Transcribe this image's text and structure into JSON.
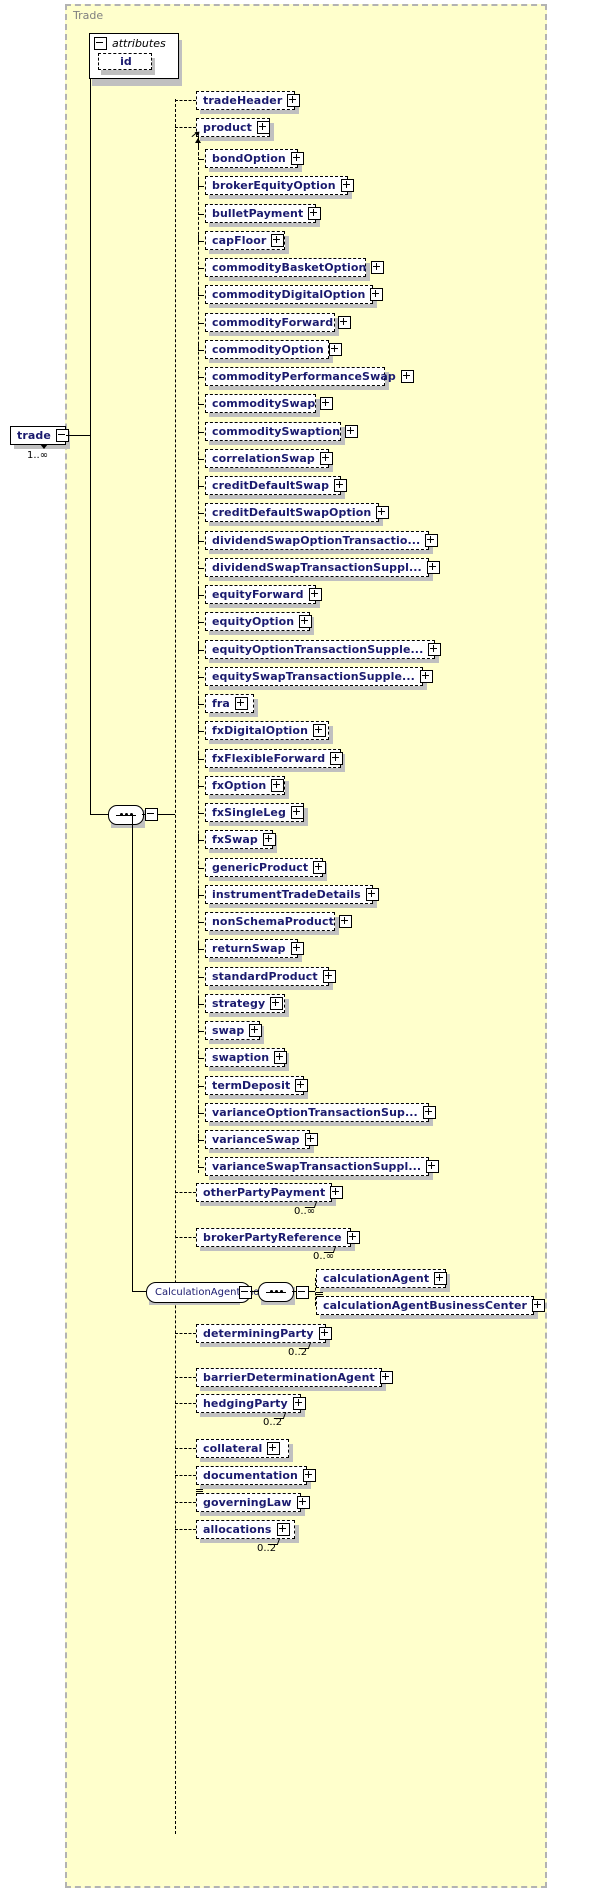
{
  "diagram": {
    "title": "Trade",
    "root": {
      "label": "trade",
      "cardinality": "1..∞",
      "expander": "minus"
    },
    "attributes_box": {
      "label": "attributes",
      "expander": "minus",
      "items": [
        {
          "label": "id"
        }
      ]
    },
    "sequence_icons": {
      "compositor": "sequence-icon",
      "expander": "minus"
    },
    "top_children": [
      {
        "label": "tradeHeader",
        "expander": "plus"
      },
      {
        "label": "product",
        "expander": "plus"
      }
    ],
    "product_substitutions": [
      {
        "label": "bondOption",
        "expander": "plus"
      },
      {
        "label": "brokerEquityOption",
        "expander": "plus"
      },
      {
        "label": "bulletPayment",
        "expander": "plus"
      },
      {
        "label": "capFloor",
        "expander": "plus"
      },
      {
        "label": "commodityBasketOption",
        "expander": "plus"
      },
      {
        "label": "commodityDigitalOption",
        "expander": "plus"
      },
      {
        "label": "commodityForward",
        "expander": "plus"
      },
      {
        "label": "commodityOption",
        "expander": "plus"
      },
      {
        "label": "commodityPerformanceSwap",
        "expander": "plus"
      },
      {
        "label": "commoditySwap",
        "expander": "plus"
      },
      {
        "label": "commoditySwaption",
        "expander": "plus"
      },
      {
        "label": "correlationSwap",
        "expander": "plus"
      },
      {
        "label": "creditDefaultSwap",
        "expander": "plus"
      },
      {
        "label": "creditDefaultSwapOption",
        "expander": "plus"
      },
      {
        "label": "dividendSwapOptionTransactio...",
        "expander": "plus"
      },
      {
        "label": "dividendSwapTransactionSuppl...",
        "expander": "plus"
      },
      {
        "label": "equityForward",
        "expander": "plus"
      },
      {
        "label": "equityOption",
        "expander": "plus"
      },
      {
        "label": "equityOptionTransactionSupple...",
        "expander": "plus"
      },
      {
        "label": "equitySwapTransactionSupple...",
        "expander": "plus"
      },
      {
        "label": "fra",
        "expander": "plus"
      },
      {
        "label": "fxDigitalOption",
        "expander": "plus"
      },
      {
        "label": "fxFlexibleForward",
        "expander": "plus"
      },
      {
        "label": "fxOption",
        "expander": "plus"
      },
      {
        "label": "fxSingleLeg",
        "expander": "plus"
      },
      {
        "label": "fxSwap",
        "expander": "plus"
      },
      {
        "label": "genericProduct",
        "expander": "plus"
      },
      {
        "label": "instrumentTradeDetails",
        "expander": "plus"
      },
      {
        "label": "nonSchemaProduct",
        "expander": "plus"
      },
      {
        "label": "returnSwap",
        "expander": "plus"
      },
      {
        "label": "standardProduct",
        "expander": "plus"
      },
      {
        "label": "strategy",
        "expander": "plus"
      },
      {
        "label": "swap",
        "expander": "plus"
      },
      {
        "label": "swaption",
        "expander": "plus"
      },
      {
        "label": "termDeposit",
        "expander": "plus"
      },
      {
        "label": "varianceOptionTransactionSup...",
        "expander": "plus"
      },
      {
        "label": "varianceSwap",
        "expander": "plus"
      },
      {
        "label": "varianceSwapTransactionSuppl...",
        "expander": "plus"
      }
    ],
    "tail_children": [
      {
        "label": "otherPartyPayment",
        "expander": "plus",
        "cardinality": "0..∞"
      },
      {
        "label": "brokerPartyReference",
        "expander": "plus",
        "cardinality": "0..∞"
      }
    ],
    "calculation_agent_model": {
      "label": "CalculationAgent.model",
      "expander": "minus",
      "compositor": "sequence-icon",
      "inner_expander": "minus",
      "children": [
        {
          "label": "calculationAgent",
          "expander": "plus",
          "has_attributes": false
        },
        {
          "label": "calculationAgentBusinessCenter",
          "expander": "plus",
          "has_attributes": true
        }
      ]
    },
    "bottom_children": [
      {
        "label": "determiningParty",
        "expander": "plus",
        "cardinality": "0..2",
        "has_attributes": false
      },
      {
        "label": "barrierDeterminationAgent",
        "expander": "plus",
        "cardinality": "",
        "has_attributes": false
      },
      {
        "label": "hedgingParty",
        "expander": "plus",
        "cardinality": "0..2",
        "has_attributes": false
      },
      {
        "label": "collateral",
        "expander": "plus",
        "cardinality": "",
        "has_attributes": false
      },
      {
        "label": "documentation",
        "expander": "plus",
        "cardinality": "",
        "has_attributes": false
      },
      {
        "label": "governingLaw",
        "expander": "plus",
        "cardinality": "",
        "has_attributes": true
      },
      {
        "label": "allocations",
        "expander": "plus",
        "cardinality": "0..2",
        "has_attributes": false
      }
    ],
    "colors": {
      "group_background": "#ffffcc",
      "group_border": "#b3b3b3",
      "node_text": "#1a1a6e",
      "shadow": "#c0c0c0",
      "line": "#000000",
      "title_text": "#808080"
    }
  }
}
